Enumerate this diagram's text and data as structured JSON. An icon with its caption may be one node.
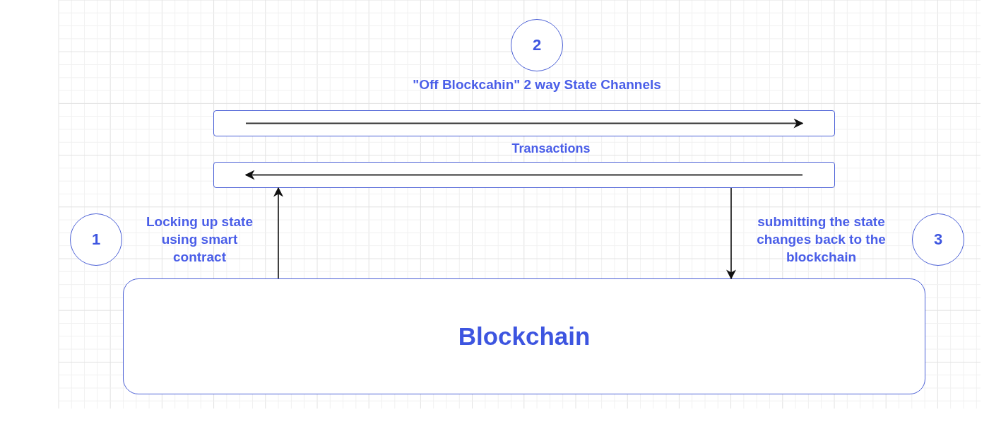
{
  "diagram": {
    "nodes": [
      {
        "text": [
          "2"
        ]
      },
      {
        "text": [],
        "shape": "bar"
      },
      {
        "text": [],
        "shape": "bar"
      },
      {
        "text": [
          "1"
        ]
      },
      {
        "text": [
          "3"
        ]
      },
      {
        "text": [
          "Blockchain"
        ]
      }
    ],
    "edges": [
      {
        "from": 5,
        "to": 2,
        "arrow": "to"
      },
      {
        "from": 2,
        "to": 5,
        "arrow": "to"
      }
    ],
    "labels": [
      "\"Off Blockcahin\" 2 way State Channels",
      "Transactions",
      "Locking up state using smart contract",
      "submitting the state changes back to the blockchain"
    ]
  }
}
